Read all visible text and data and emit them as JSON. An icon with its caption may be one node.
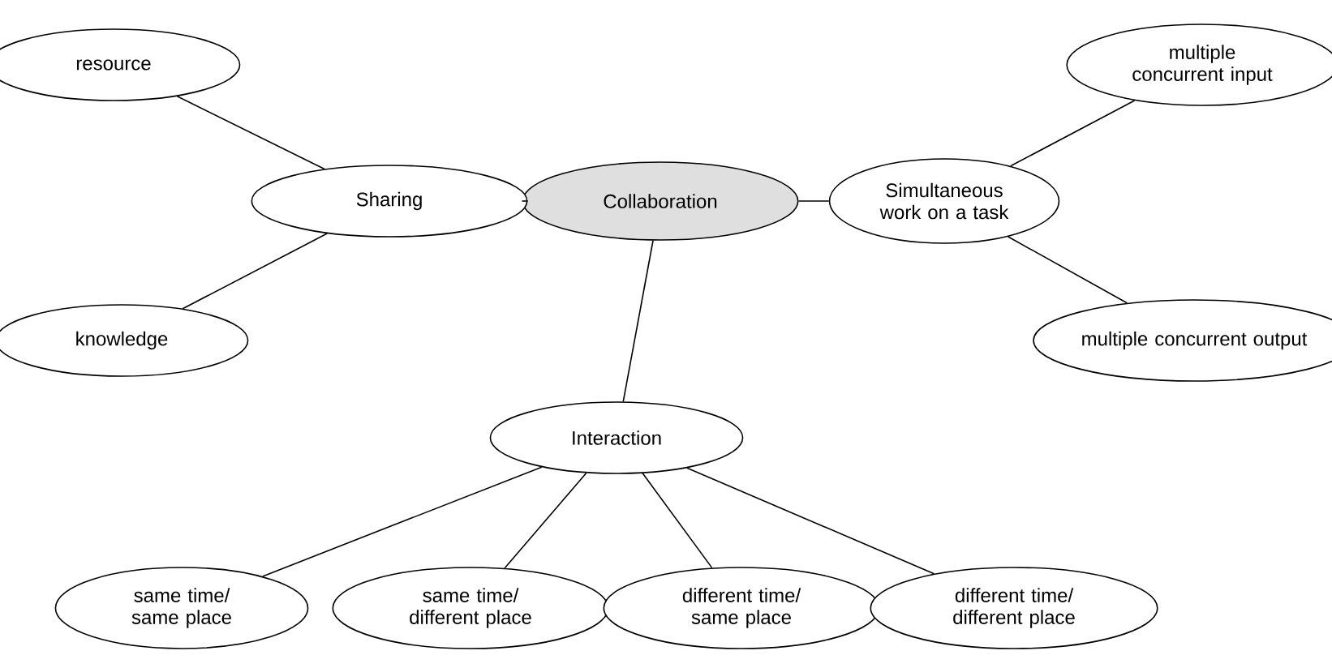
{
  "diagram": {
    "nodes": [
      {
        "text": [
          "Collaboration"
        ]
      },
      {
        "text": [
          "Sharing"
        ]
      },
      {
        "text": [
          "resource"
        ]
      },
      {
        "text": [
          "knowledge"
        ]
      },
      {
        "text": [
          "Simultaneous work on a task"
        ]
      },
      {
        "text": [
          "multiple concurrent input"
        ]
      },
      {
        "text": [
          "multiple concurrent output"
        ]
      },
      {
        "text": [
          "Interaction"
        ]
      },
      {
        "text": [
          "same time/ same place"
        ]
      },
      {
        "text": [
          "same time/ different place"
        ]
      },
      {
        "text": [
          "different time/ same place"
        ]
      },
      {
        "text": [
          "different time/ different place"
        ]
      }
    ],
    "edges": [
      {
        "from": 0,
        "to": 1,
        "arrow": "none"
      },
      {
        "from": 1,
        "to": 2,
        "arrow": "none"
      },
      {
        "from": 1,
        "to": 3,
        "arrow": "none"
      },
      {
        "from": 0,
        "to": 4,
        "arrow": "none"
      },
      {
        "from": 4,
        "to": 5,
        "arrow": "none"
      },
      {
        "from": 4,
        "to": 6,
        "arrow": "none"
      },
      {
        "from": 0,
        "to": 7,
        "arrow": "none"
      },
      {
        "from": 7,
        "to": 8,
        "arrow": "none"
      },
      {
        "from": 7,
        "to": 9,
        "arrow": "none"
      },
      {
        "from": 7,
        "to": 10,
        "arrow": "none"
      },
      {
        "from": 7,
        "to": 11,
        "arrow": "none"
      }
    ]
  }
}
